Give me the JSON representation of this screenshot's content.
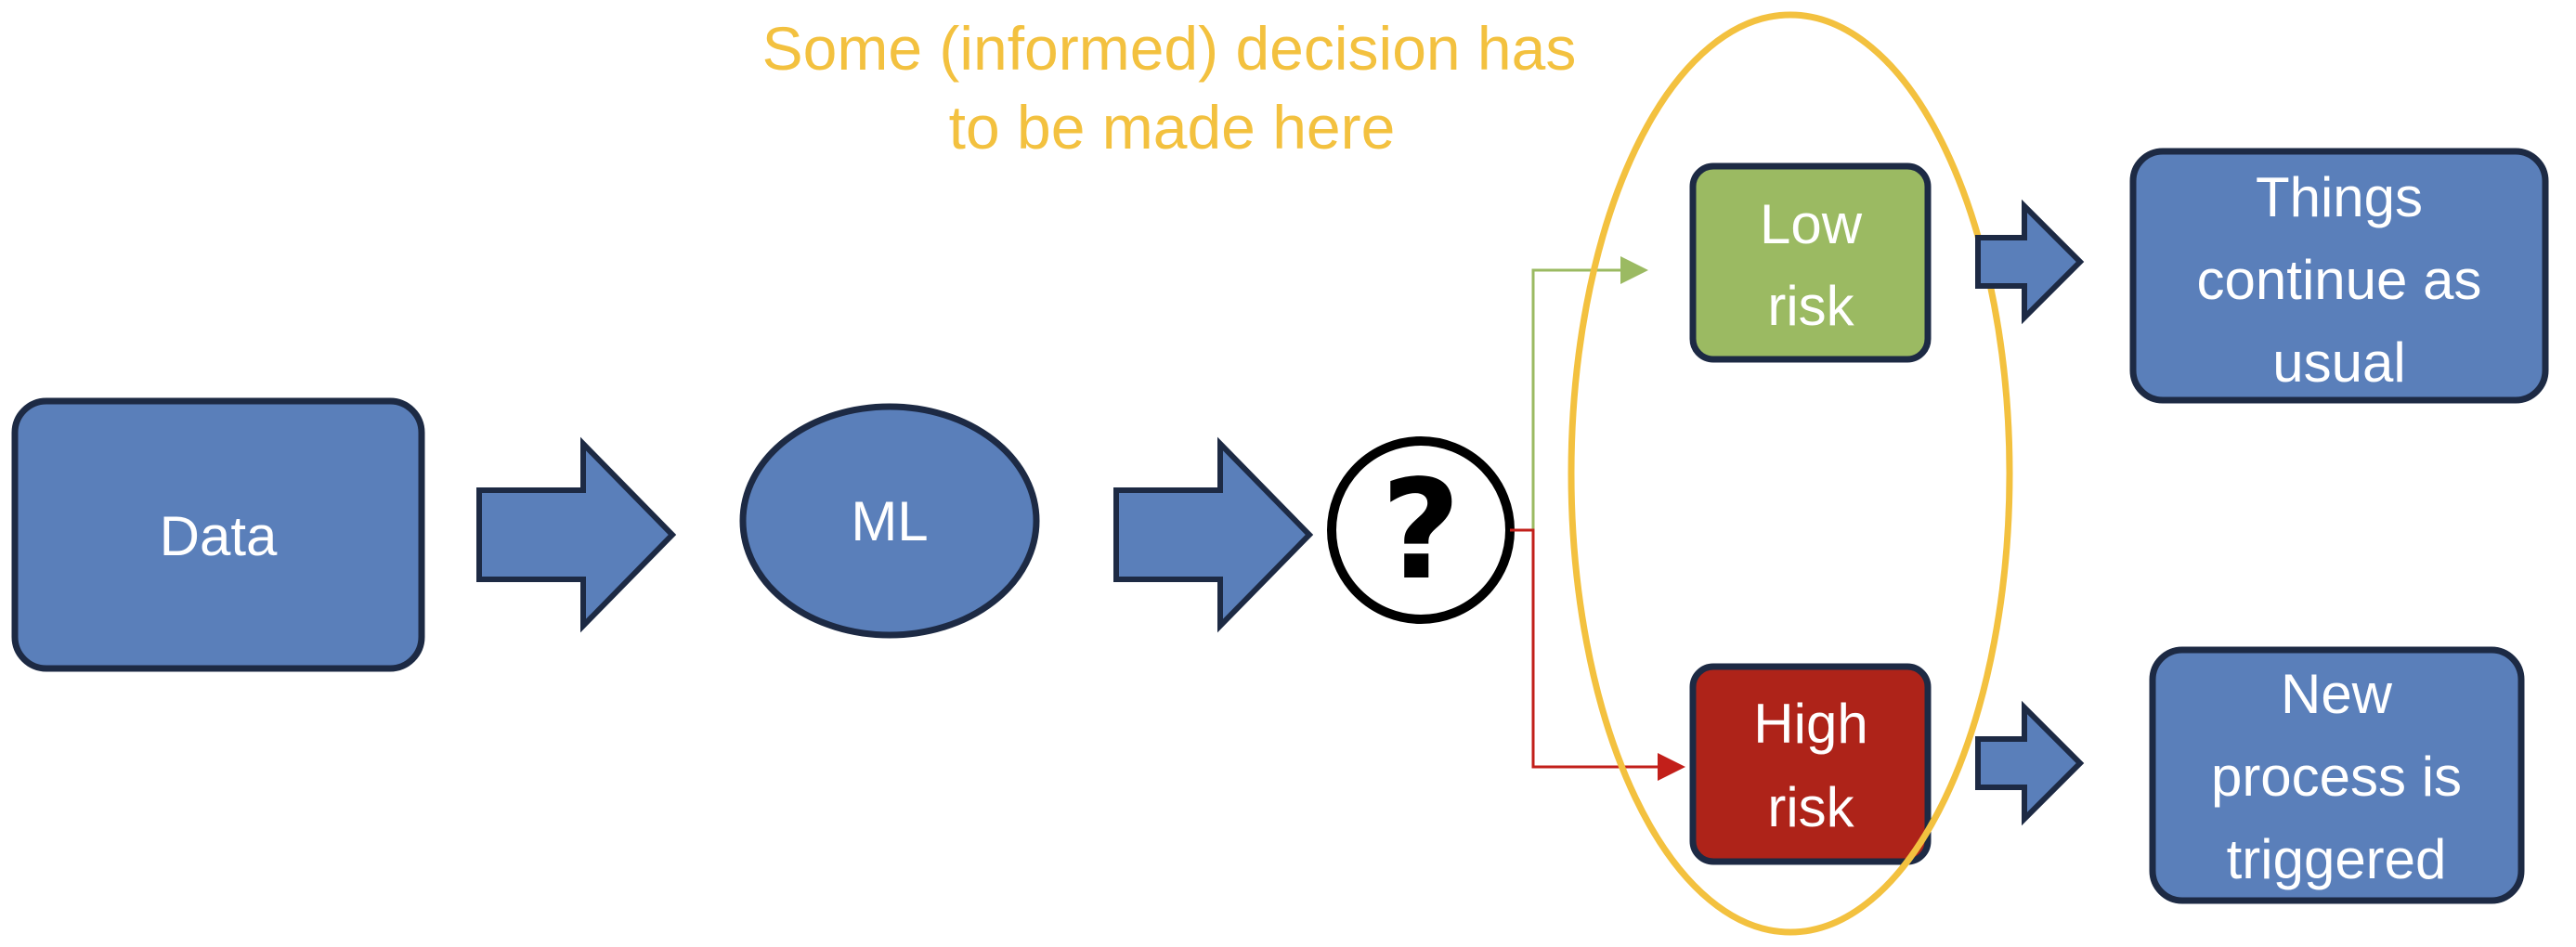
{
  "annotation": {
    "line1": "Some (informed) decision has",
    "line2": "to be made here"
  },
  "nodes": {
    "data": {
      "label": "Data"
    },
    "ml": {
      "label": "ML"
    },
    "decision": {
      "label": "?"
    },
    "low_risk": {
      "line1": "Low",
      "line2": "risk"
    },
    "high_risk": {
      "line1": "High",
      "line2": "risk"
    },
    "continue": {
      "line1": "Things",
      "line2": "continue as",
      "line3": "usual"
    },
    "new_process": {
      "line1": "New",
      "line2": "process is",
      "line3": "triggered"
    }
  },
  "colors": {
    "box_fill": "#5a7fba",
    "box_stroke": "#1d2a44",
    "low_risk_fill": "#9bba62",
    "high_risk_fill": "#ae2319",
    "annotation": "#f3c13f",
    "low_branch_line": "#9bba62",
    "high_branch_line": "#c21f1a"
  }
}
